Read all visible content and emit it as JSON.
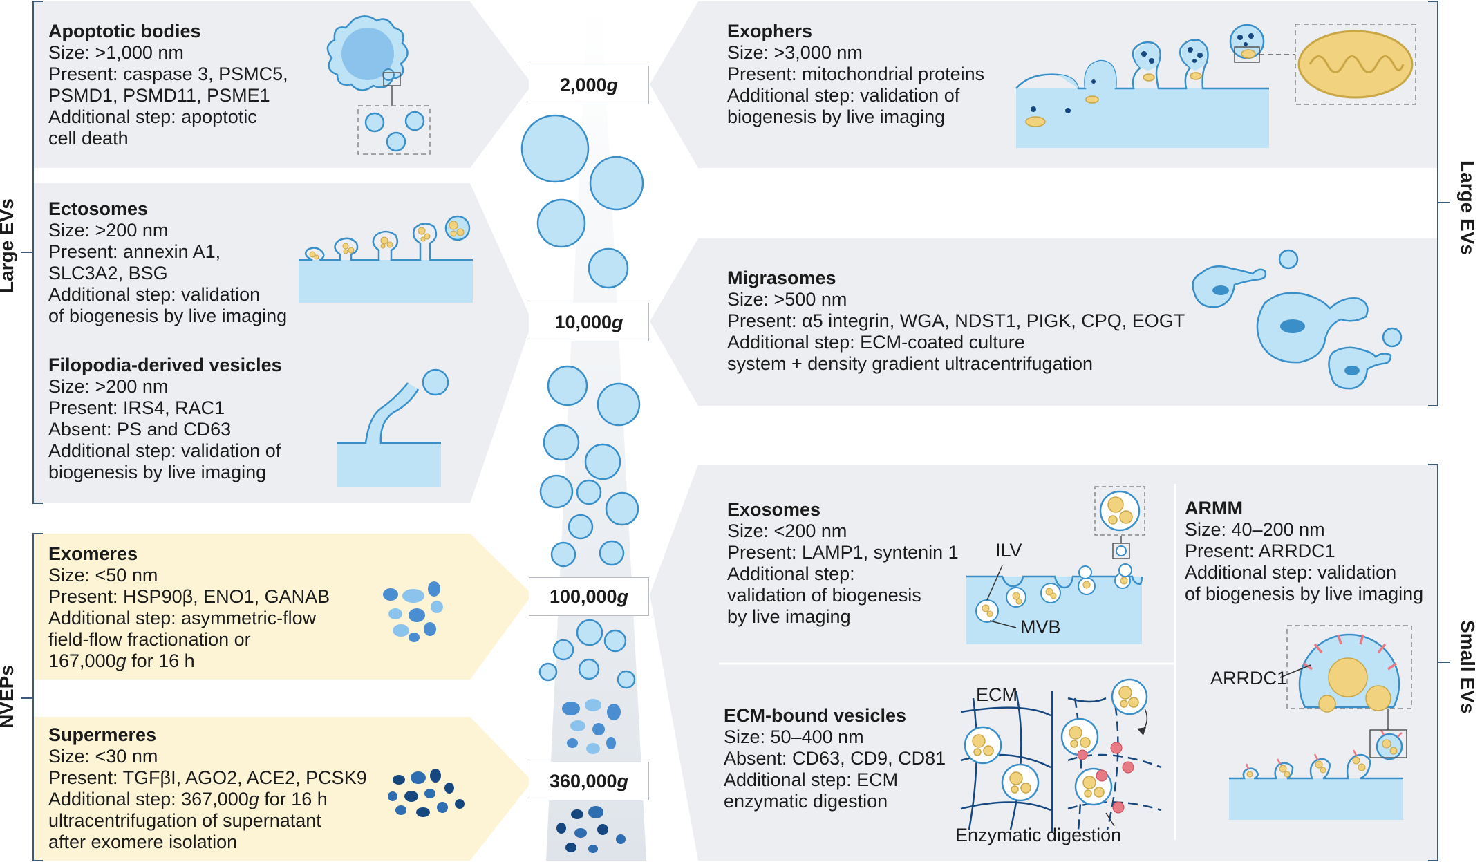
{
  "side_labels": {
    "left_large": "Large EVs",
    "left_nvep": "NVEPs",
    "right_large": "Large EVs",
    "right_small": "Small EVs"
  },
  "centrifugation": [
    {
      "value": "2,000",
      "unit": "g"
    },
    {
      "value": "10,000",
      "unit": "g"
    },
    {
      "value": "100,000",
      "unit": "g"
    },
    {
      "value": "360,000",
      "unit": "g"
    }
  ],
  "panels": {
    "apoptotic": {
      "title": "Apoptotic bodies",
      "lines": [
        "Size: >1,000 nm",
        "Present: caspase 3, PSMC5,",
        "PSMD1, PSMD11, PSME1",
        "Additional step: apoptotic",
        "cell death"
      ]
    },
    "ectosomes": {
      "title": "Ectosomes",
      "lines": [
        "Size: >200 nm",
        "Present: annexin A1,",
        "SLC3A2, BSG",
        "Additional step: validation",
        "of biogenesis by live imaging"
      ]
    },
    "filopodia": {
      "title": "Filopodia-derived vesicles",
      "lines": [
        "Size: >200 nm",
        "Present: IRS4, RAC1",
        "Absent: PS and CD63",
        "Additional step: validation of",
        "biogenesis by live imaging"
      ]
    },
    "exomeres": {
      "title": "Exomeres",
      "lines": [
        "Size: <50 nm",
        "Present: HSP90β, ENO1, GANAB",
        "Additional step: asymmetric-flow",
        "field-flow fractionation or"
      ],
      "last_prefix": "167,000",
      "last_unit": "g",
      "last_suffix": " for 16 h"
    },
    "supermeres": {
      "title": "Supermeres",
      "lines": [
        "Size: <30 nm",
        "Present: TGFβI, AGO2, ACE2, PCSK9"
      ],
      "step_prefix": "Additional step: 367,000",
      "step_unit": "g",
      "step_suffix": " for 16 h",
      "tail": [
        "ultracentrifugation of supernatant",
        "after exomere isolation"
      ]
    },
    "exophers": {
      "title": "Exophers",
      "lines": [
        "Size: >3,000 nm",
        "Present: mitochondrial proteins",
        "Additional step: validation of",
        "biogenesis by live imaging"
      ]
    },
    "migrasomes": {
      "title": "Migrasomes",
      "lines": [
        "Size: >500 nm",
        "Present: α5 integrin, WGA, NDST1, PIGK, CPQ, EOGT",
        "Additional step: ECM-coated culture",
        "system + density gradient ultracentrifugation"
      ]
    },
    "exosomes": {
      "title": "Exosomes",
      "lines": [
        "Size: <200 nm",
        "Present: LAMP1, syntenin 1",
        "Additional step:",
        "validation of biogenesis",
        "by live imaging"
      ]
    },
    "armm": {
      "title": "ARMM",
      "lines": [
        "Size: 40–200 nm",
        "Present: ARRDC1",
        "Additional step: validation",
        "of biogenesis by live imaging"
      ]
    },
    "ecm_bound": {
      "title": "ECM-bound vesicles",
      "lines": [
        "Size: 50–400 nm",
        "Absent: CD63, CD9, CD81",
        "Additional step: ECM",
        "enzymatic digestion"
      ]
    }
  },
  "diagram_labels": {
    "ilv": "ILV",
    "mvb": "MVB",
    "ecm": "ECM",
    "enzymatic": "Enzymatic digestion",
    "arrdc1": "ARRDC1"
  },
  "colors": {
    "panel_gray": "#eceef1",
    "panel_yellow": "#fdf4d5",
    "vesicle_fill": "#bfe3f6",
    "vesicle_stroke": "#3a8fc9",
    "cargo": "#f1d27e",
    "dark_blue": "#17477f"
  }
}
